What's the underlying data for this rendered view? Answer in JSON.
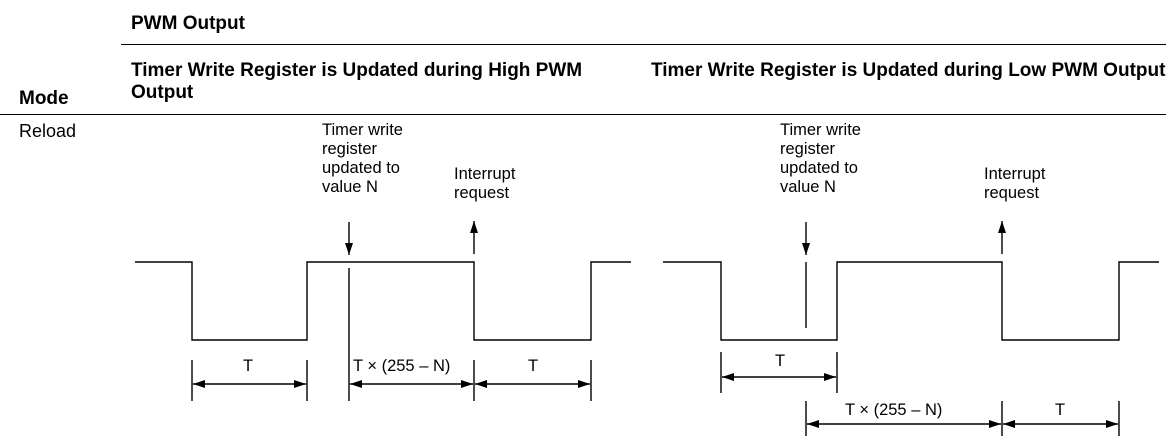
{
  "table": {
    "super_header": "PWM Output",
    "mode_header": "Mode",
    "col_high_header": "Timer Write Register is Updated during High PWM Output",
    "col_low_header": "Timer Write Register is Updated during Low PWM Output",
    "row_mode": "Reload"
  },
  "diagram_left": {
    "update_label": "Timer write\nregister\nupdated to\nvalue N",
    "interrupt_label": "Interrupt\nrequest",
    "period_label_1": "T",
    "reload_span_label": "T × (255 – N)",
    "period_label_2": "T"
  },
  "diagram_right": {
    "update_label": "Timer write\nregister\nupdated to\nvalue N",
    "interrupt_label": "Interrupt\nrequest",
    "period_label_1": "T",
    "reload_span_label": "T × (255 – N)",
    "period_label_2": "T"
  }
}
